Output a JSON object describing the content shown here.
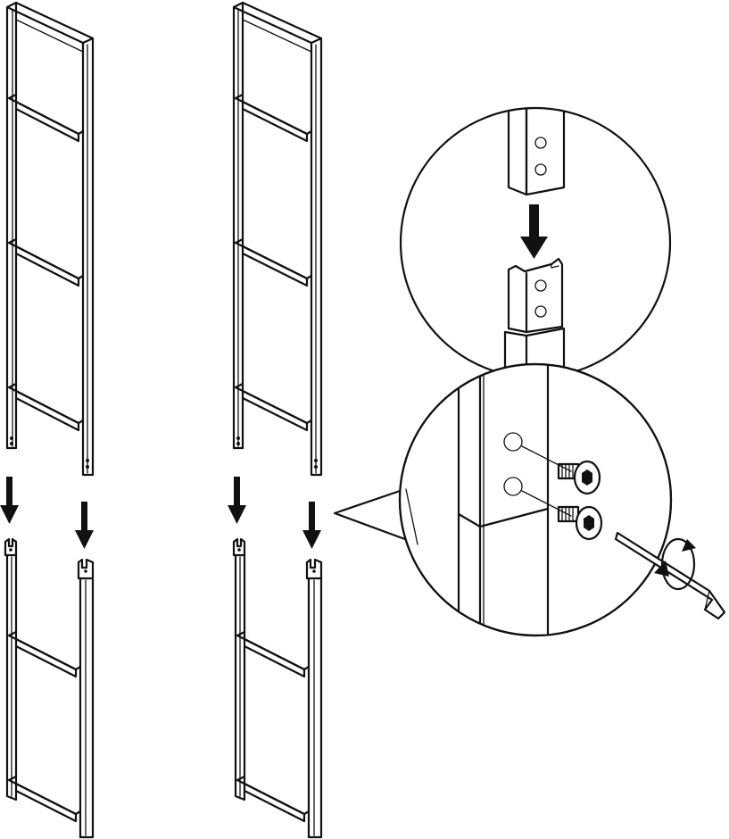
{
  "diagram": {
    "kind": "assembly-instruction",
    "step_summary": [
      "upper-frame-panel",
      "lower-frame-panel",
      "insert-downward",
      "detail-sleeve-joint",
      "detail-screw-fastening"
    ],
    "items": {
      "upper_frames": 2,
      "lower_frames": 2,
      "screws_per_joint": 2,
      "tool": "allen-key"
    },
    "icons": {
      "push_down": "arrow-down-icon",
      "turn": "rotate-icon",
      "tool": "allen-key-icon"
    },
    "colors": {
      "ink": "#111111",
      "paper": "#ffffff"
    }
  }
}
